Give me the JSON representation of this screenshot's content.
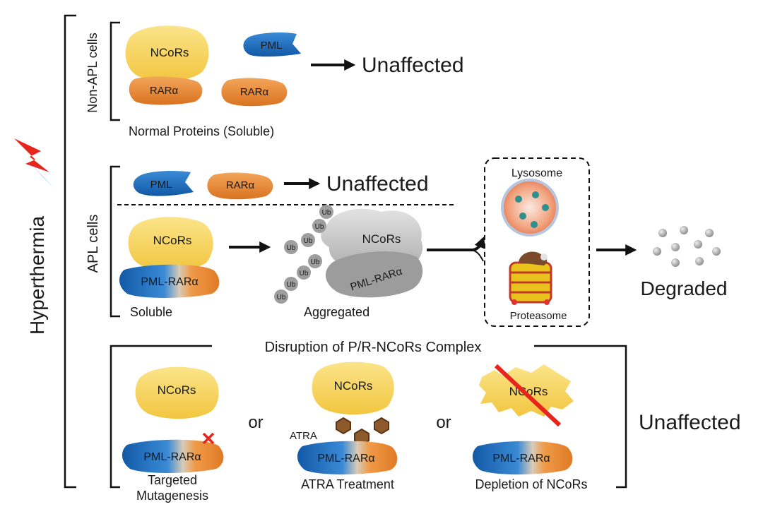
{
  "side_label": "Hyperthermia",
  "non_apl": {
    "label": "Non-APL cells",
    "ncors": "NCoRs",
    "pml": "PML",
    "rara_1": "RARα",
    "rara_2": "RARα",
    "outcome": "Unaffected",
    "caption": "Normal Proteins (Soluble)"
  },
  "apl": {
    "label": "APL cells",
    "pml": "PML",
    "rara": "RARα",
    "outcome": "Unaffected",
    "ncors": "NCoRs",
    "fusion": "PML-RARα",
    "soluble": "Soluble",
    "agg_ncors": "NCoRs",
    "agg_fusion": "PML-RARα",
    "ub": "Ub",
    "aggregated": "Aggregated",
    "lysosome": "Lysosome",
    "proteasome": "Proteasome",
    "degraded": "Degraded"
  },
  "disruption": {
    "title": "Disruption of P/R-NCoRs Complex",
    "ncors_1": "NCoRs",
    "fusion_1": "PML-RARα",
    "caption_1a": "Targeted",
    "caption_1b": "Mutagenesis",
    "or_1": "or",
    "ncors_2": "NCoRs",
    "atra": "ATRA",
    "fusion_2": "PML-RARα",
    "caption_2": "ATRA Treatment",
    "or_2": "or",
    "ncors_3": "NCoRs",
    "fusion_3": "PML-RARα",
    "caption_3": "Depletion of NCoRs",
    "outcome": "Unaffected"
  },
  "colors": {
    "ncors_yellow": "#f7d560",
    "pml_blue": "#1f6fbf",
    "rara_orange": "#e98a3a",
    "aggregate_gray": "#bdbdbd",
    "strike_red": "#e8241c"
  }
}
